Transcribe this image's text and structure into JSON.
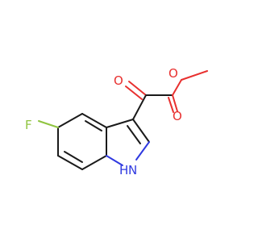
{
  "molecule": {
    "atoms": {
      "fluorine": {
        "label": "F",
        "color": "#8fc43f"
      },
      "ketone_oxygen": {
        "label": "O",
        "color": "#e8302f"
      },
      "ester_oxygen": {
        "label": "O",
        "color": "#e8302f"
      },
      "carbonyl_oxygen": {
        "label": "O",
        "color": "#e8302f"
      },
      "nitrogen_h": {
        "label": "H",
        "color": "#2f39e0"
      },
      "nitrogen": {
        "label": "N",
        "color": "#2f39e0"
      }
    },
    "bond_color": "#1a1a1a"
  }
}
